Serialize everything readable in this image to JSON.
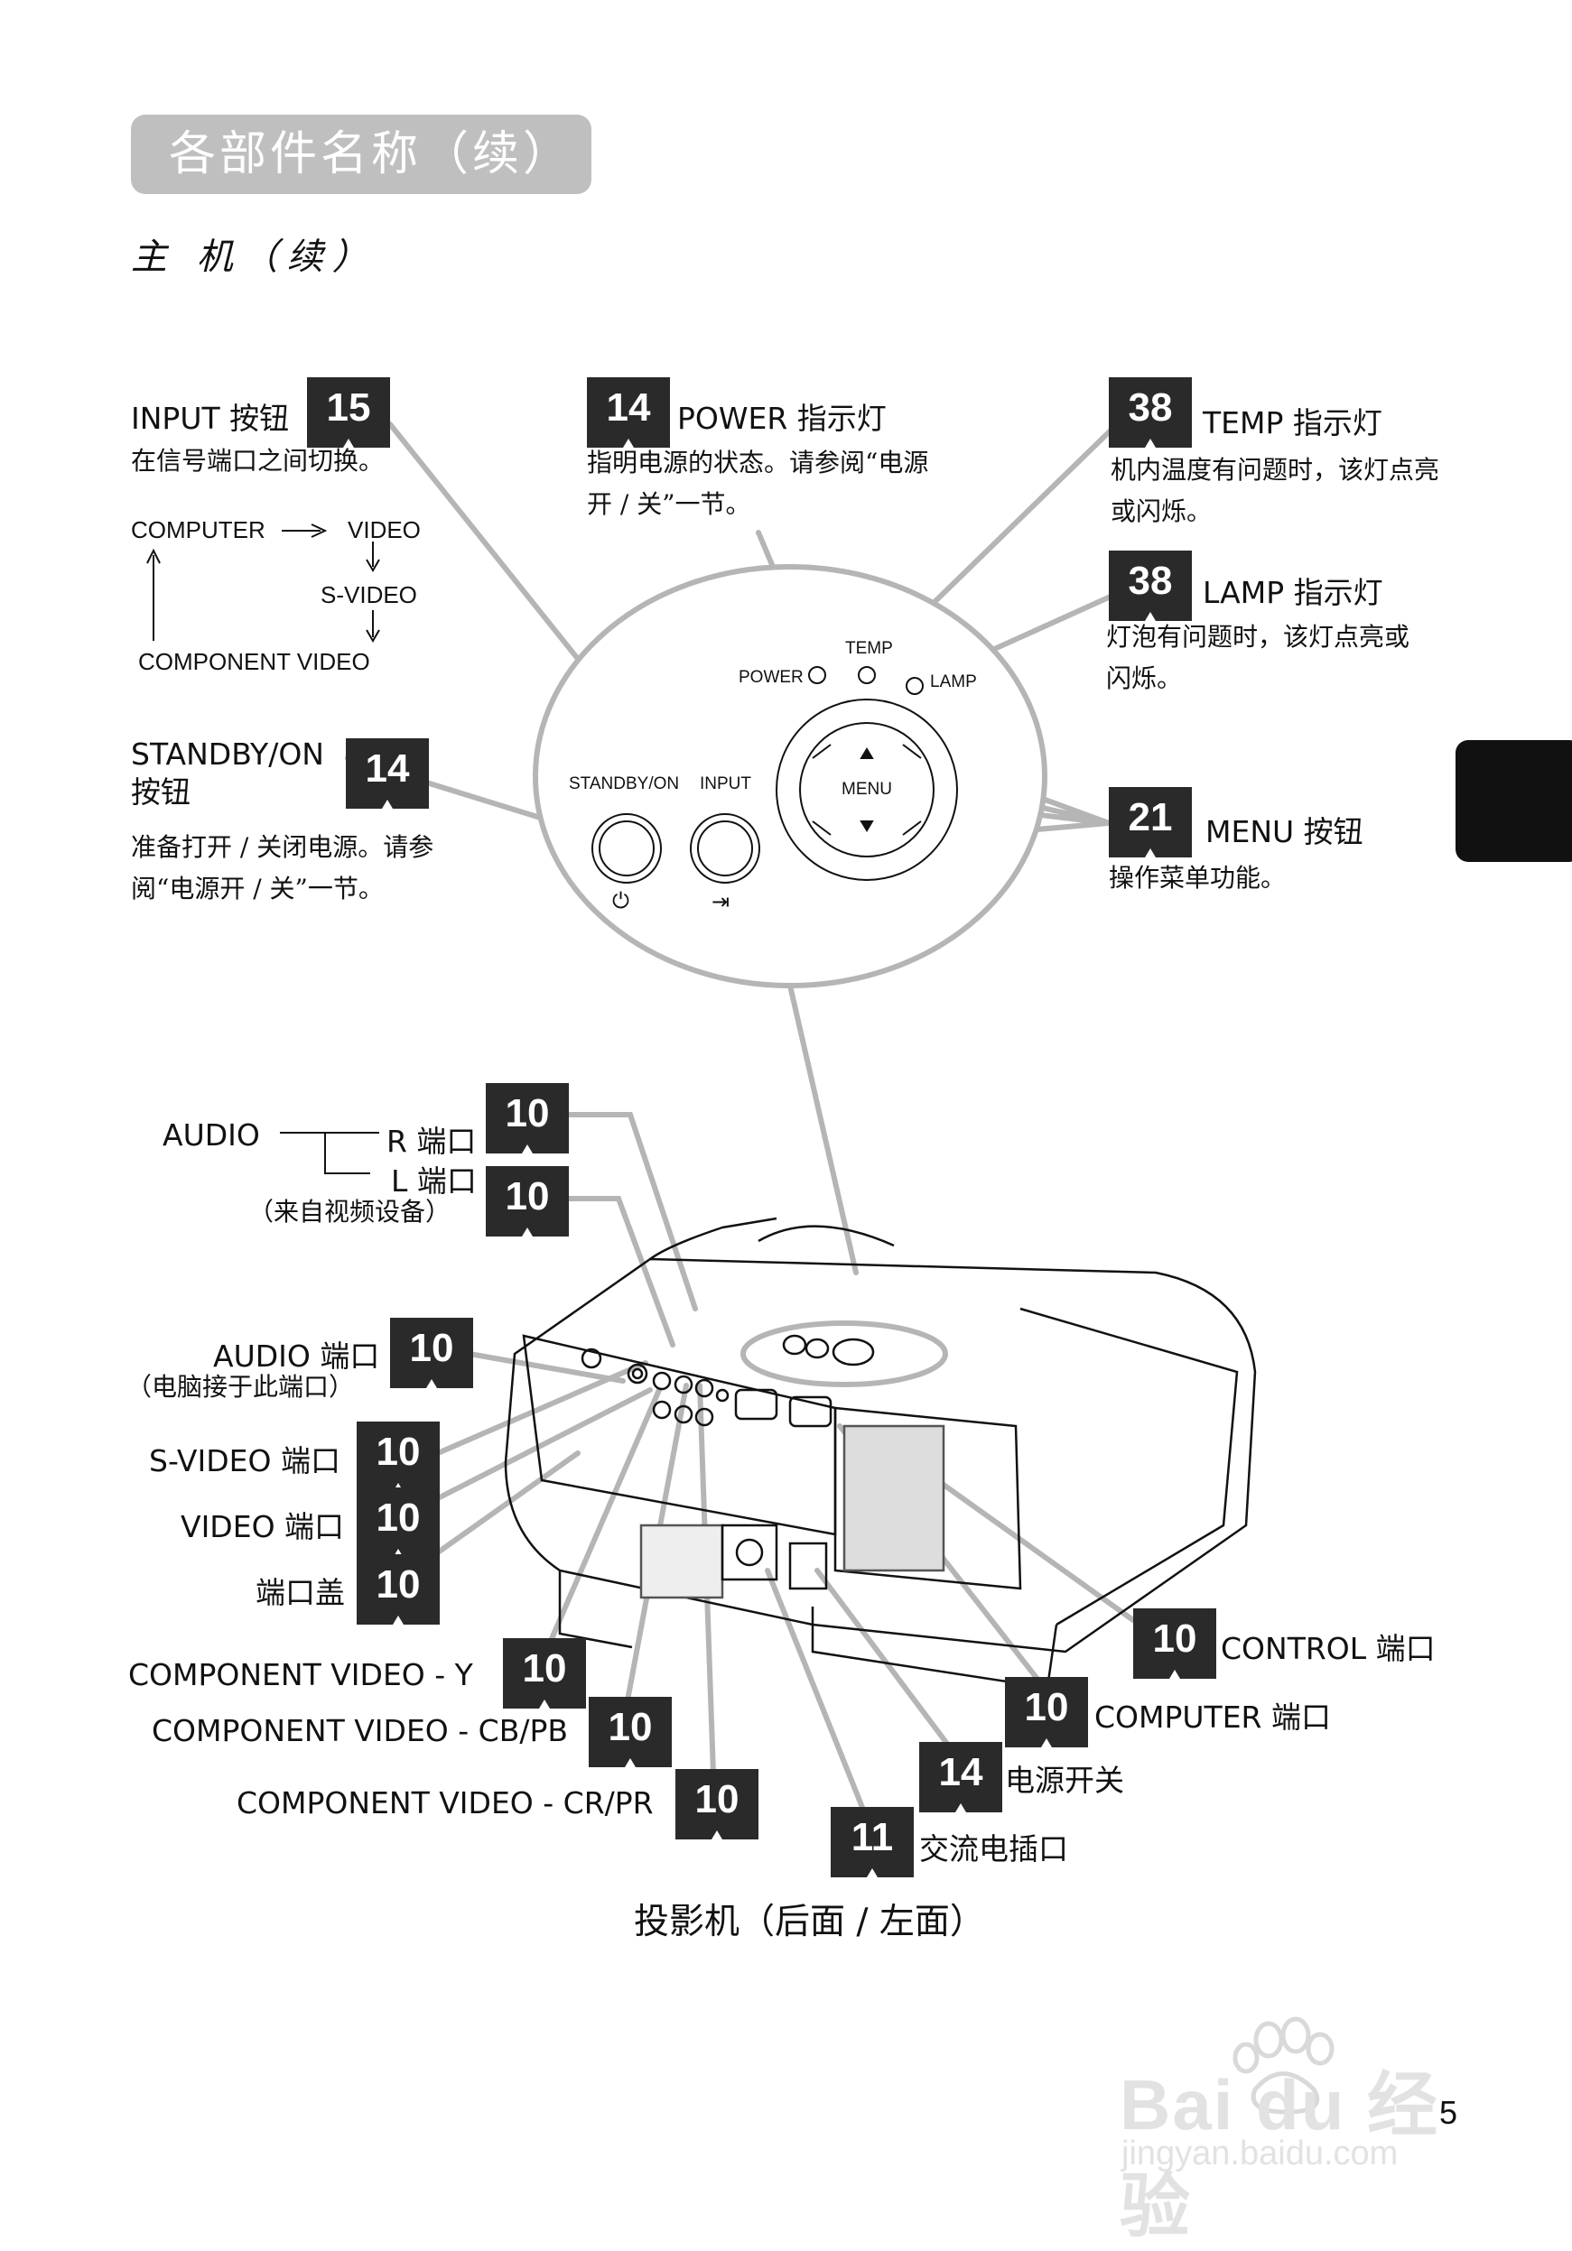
{
  "header": {
    "title": "各部件名称（续）",
    "subtitle": "主 机（续）"
  },
  "callouts": {
    "input": {
      "label": "INPUT 按钮",
      "page": "15",
      "desc": "在信号端口之间切换。"
    },
    "power": {
      "label": "POWER 指示灯",
      "page": "14",
      "desc": "指明电源的状态。请参阅“电源开 / 关”一节。"
    },
    "temp": {
      "label": "TEMP 指示灯",
      "page": "38",
      "desc": "机内温度有问题时，该灯点亮或闪烁。"
    },
    "lamp": {
      "label": "LAMP 指示灯",
      "page": "38",
      "desc": "灯泡有问题时，该灯点亮或闪烁。"
    },
    "standby": {
      "label": "STANDBY/ON 按钮",
      "page": "14",
      "desc": "准备打开 / 关闭电源。请参阅“电源开 / 关”一节。"
    },
    "menu": {
      "label": "MENU 按钮",
      "page": "21",
      "desc": "操作菜单功能。"
    }
  },
  "input_cycle": {
    "computer": "COMPUTER",
    "video": "VIDEO",
    "svideo": "S-VIDEO",
    "component": "COMPONENT VIDEO"
  },
  "panel": {
    "power": "POWER",
    "temp": "TEMP",
    "lamp": "LAMP",
    "standby": "STANDBY/ON",
    "input": "INPUT",
    "menu": "MENU",
    "power_symbol": "⏻",
    "input_symbol": "⇥"
  },
  "rear": {
    "audio": "AUDIO",
    "audio_r": {
      "label": "R 端口",
      "page": "10"
    },
    "audio_l": {
      "label": "L 端口",
      "page": "10"
    },
    "audio_from": "（来自视频设备）",
    "audio_port": {
      "label": "AUDIO 端口",
      "page": "10",
      "note": "（电脑接于此端口）"
    },
    "svideo": {
      "label": "S-VIDEO 端口",
      "page": "10"
    },
    "video": {
      "label": "VIDEO 端口",
      "page": "10"
    },
    "cover": {
      "label": "端口盖",
      "page": "10"
    },
    "comp_y": {
      "label": "COMPONENT VIDEO - Y",
      "page": "10"
    },
    "comp_cb": {
      "label": "COMPONENT VIDEO - CB/PB",
      "page": "10"
    },
    "comp_cr": {
      "label": "COMPONENT VIDEO - CR/PR",
      "page": "10"
    },
    "control": {
      "label": "CONTROL 端口",
      "page": "10"
    },
    "computer": {
      "label": "COMPUTER 端口",
      "page": "10"
    },
    "power_switch": {
      "label": "电源开关",
      "page": "14"
    },
    "ac_inlet": {
      "label": "交流电插口",
      "page": "11"
    }
  },
  "caption": "投影机（后面 / 左面）",
  "page_number": "5",
  "watermark": {
    "brand": "Bai du 经验",
    "url": "jingyan.baidu.com"
  }
}
